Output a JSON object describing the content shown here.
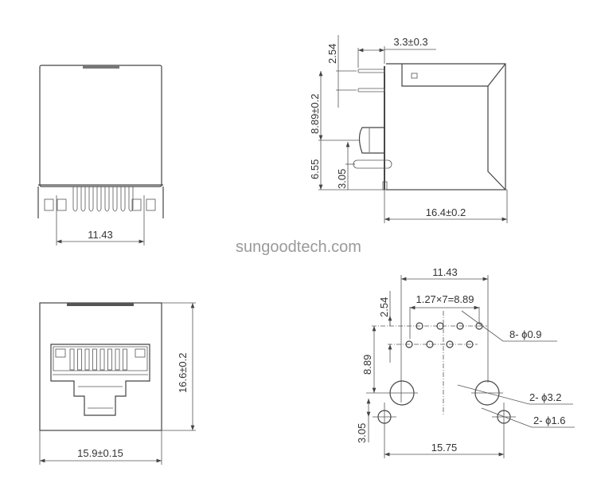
{
  "watermark": "sungoodtech.com",
  "front_view": {
    "pin_pitch_dim": "11.43"
  },
  "side_view": {
    "pin_length_dim": "3.3±0.3",
    "pin_spacing_dim": "2.54",
    "pin_height_dim": "8.89±0.2",
    "post_height_dim": "6.55",
    "post_offset_dim": "3.05",
    "depth_dim": "16.4±0.2"
  },
  "jack_view": {
    "height_dim": "16.6±0.2",
    "width_dim": "15.9±0.15"
  },
  "footprint": {
    "hole_span_dim": "11.43",
    "pin_pitch_dim": "1.27×7=8.89",
    "row_spacing_dim": "2.54",
    "vertical_dim": "8.89",
    "small_hole_offset_dim": "3.05",
    "small_hole_span_dim": "15.75",
    "pin_hole_note": "8- ϕ0.9",
    "large_hole_note": "2- ϕ3.2",
    "small_hole_note": "2- ϕ1.6"
  },
  "colors": {
    "line": "#444444",
    "watermark": "#9a9a9a"
  }
}
